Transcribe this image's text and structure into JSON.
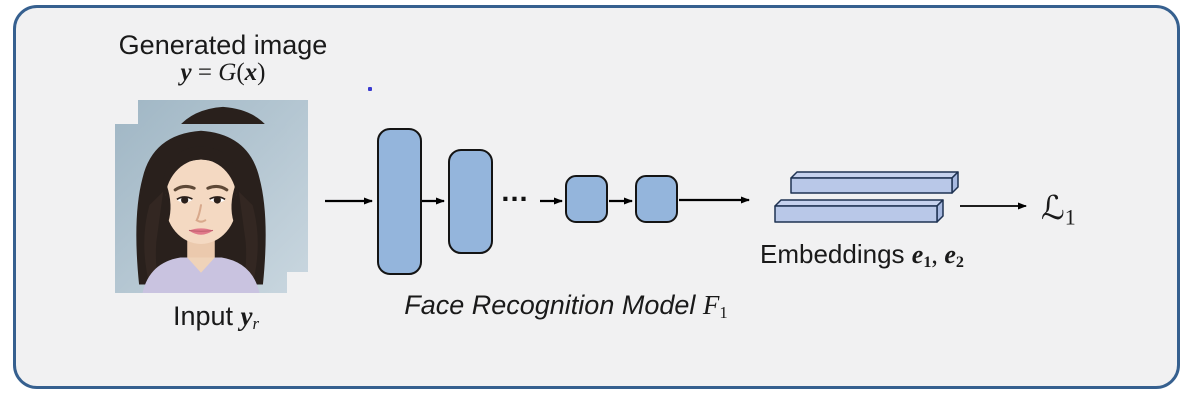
{
  "diagram": {
    "generated_label": "Generated image",
    "gen_formula": {
      "lhs": "y",
      "eq": " = ",
      "func": "G",
      "lparen": "(",
      "arg": "x",
      "rparen": ")"
    },
    "input_label": {
      "prefix": "Input ",
      "var": "y",
      "sub": "r"
    },
    "model_label": {
      "prefix": "Face Recognition Model ",
      "var": "F",
      "sub": "1"
    },
    "dots": "...",
    "embeddings_label": {
      "prefix": "Embeddings ",
      "var1": "e",
      "sub1": "1",
      "sep": ", ",
      "var2": "e",
      "sub2": "2"
    },
    "loss": {
      "symbol": "ℒ",
      "sub": "1"
    },
    "colors": {
      "frame_border": "#36608f",
      "canvas_background": "#f1f1f2",
      "block_fill": "#94b5dc",
      "block_border": "#141414",
      "embedding_bar_fill": "#b9c8e8",
      "embedding_bar_top_fill": "#c6d2ee",
      "embedding_bar_side_fill": "#a7b9e0",
      "embedding_bar_border": "#1f3352",
      "arrow_color": "#000000"
    }
  }
}
